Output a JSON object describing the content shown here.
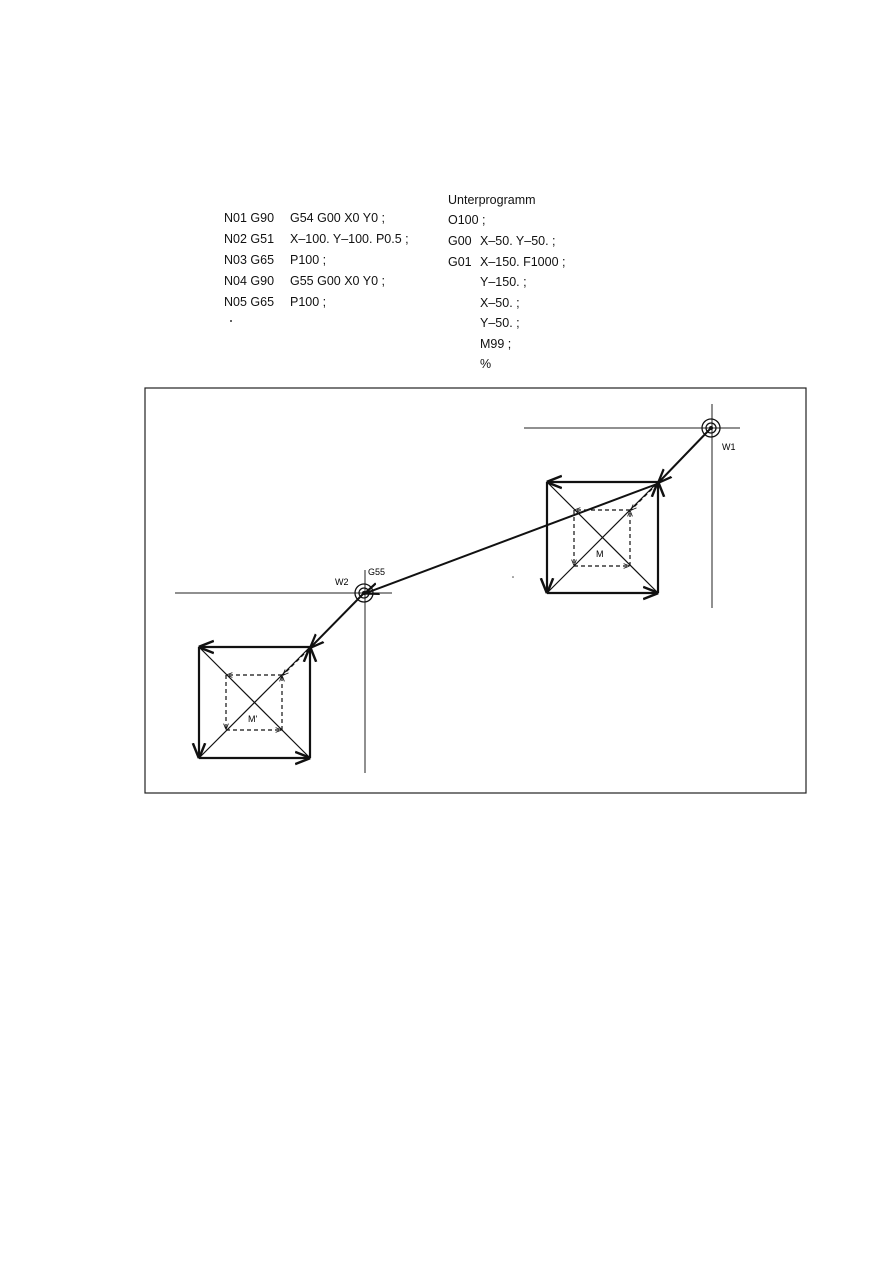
{
  "main_program": {
    "lines": [
      {
        "n": "N01 G90",
        "rest": "G54 G00 X0 Y0 ;"
      },
      {
        "n": "N02 G51",
        "rest": "X–100. Y–100. P0.5 ;"
      },
      {
        "n": "N03 G65",
        "rest": "P100 ;"
      },
      {
        "n": "N04 G90",
        "rest": "G55 G00 X0 Y0 ;"
      },
      {
        "n": "N05 G65",
        "rest": "P100 ;"
      }
    ]
  },
  "subprogram": {
    "heading": "Unterprogramm",
    "lines": [
      {
        "a": "O100 ;",
        "b": ""
      },
      {
        "a": "G00",
        "b": "X–50. Y–50. ;"
      },
      {
        "a": "G01",
        "b": "X–150. F1000 ;"
      },
      {
        "a": "",
        "b": "Y–150. ;"
      },
      {
        "a": "",
        "b": "X–50. ;"
      },
      {
        "a": "",
        "b": "Y–50. ;"
      },
      {
        "a": "",
        "b": "M99 ;"
      },
      {
        "a": "",
        "b": "%"
      }
    ]
  },
  "figure": {
    "label_w1": "W1",
    "label_w2": "W2",
    "label_g55": "G55",
    "label_m": "M",
    "label_m_prime": "M'"
  }
}
